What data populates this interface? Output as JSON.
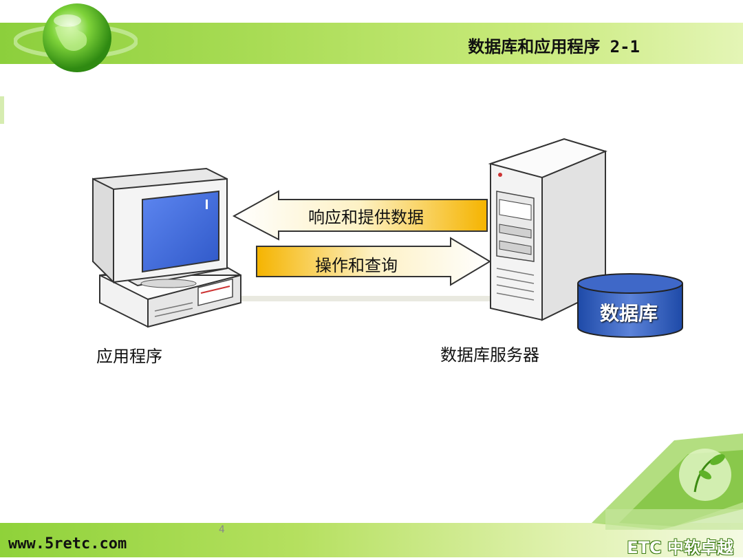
{
  "slide": {
    "title": "数据库和应用程序 2-1",
    "page_number": "4",
    "footer_url": "www.5retc.com",
    "footer_brand": "ETC 中软卓越"
  },
  "diagram": {
    "arrow_response_label": "响应和提供数据",
    "arrow_request_label": "操作和查询",
    "database_label": "数据库",
    "app_caption": "应用程序",
    "server_caption": "数据库服务器"
  },
  "colors": {
    "title_bar_green": "#8ccf3c",
    "arrow_gold": "#f5b400",
    "screen_blue": "#3f6fe0",
    "db_blue": "#2a57b8"
  }
}
